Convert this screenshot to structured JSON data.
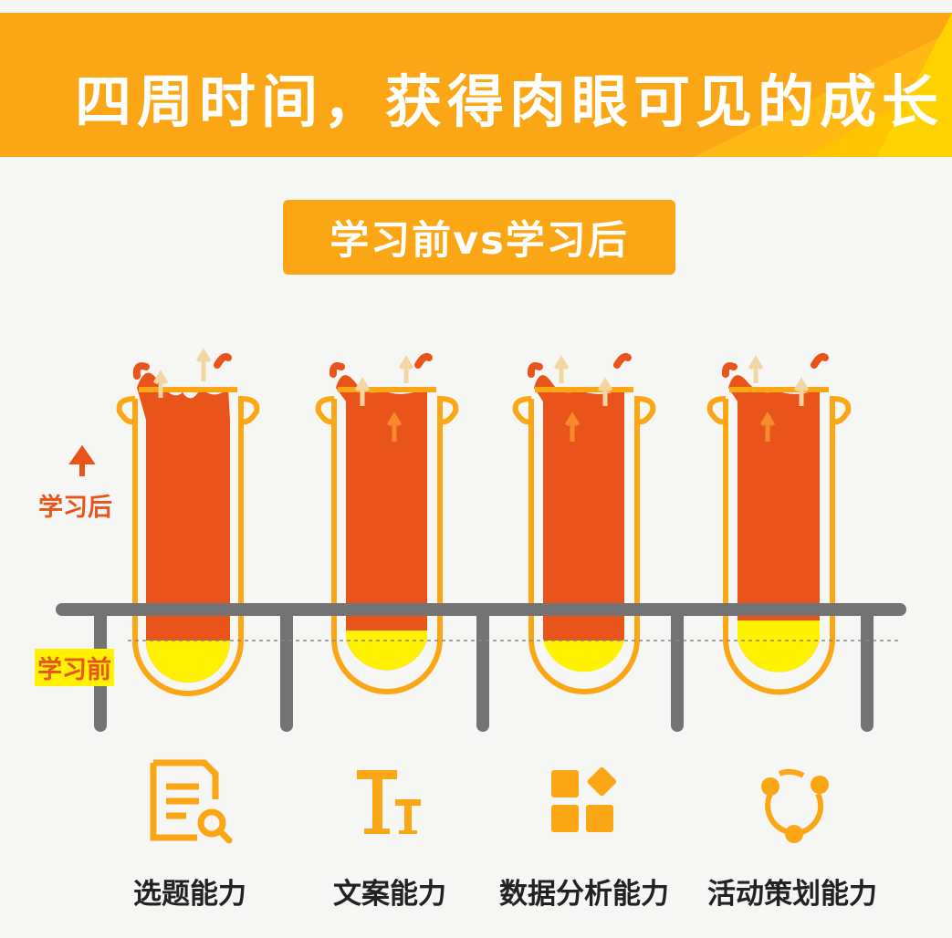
{
  "header": {
    "title": "四周时间，获得肉眼可见的成长"
  },
  "badge": {
    "text": "学习前vs学习后"
  },
  "labels": {
    "after": "学习后",
    "before": "学习前"
  },
  "colors": {
    "header_orange": "#fba615",
    "header_yellow": "#ffcf00",
    "liquid_after": "#e8541a",
    "liquid_before": "#fff100",
    "tube_outline": "#fba615",
    "rack": "#737373"
  },
  "skills": [
    {
      "label": "选题能力",
      "icon": "document-search-icon",
      "before_level": 0.07
    },
    {
      "label": "文案能力",
      "icon": "text-size-icon",
      "before_level": 0.1
    },
    {
      "label": "数据分析能力",
      "icon": "app-grid-icon",
      "before_level": 0.08
    },
    {
      "label": "活动策划能力",
      "icon": "share-cycle-icon",
      "before_level": 0.12
    }
  ]
}
